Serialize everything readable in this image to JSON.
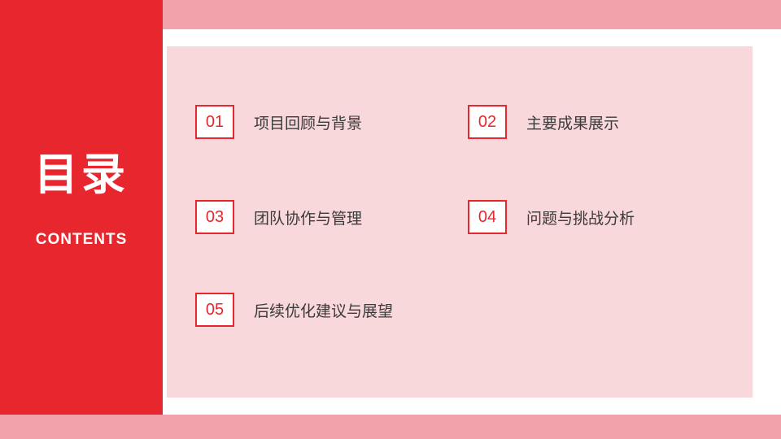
{
  "sidebar": {
    "title": "目录",
    "subtitle": "CONTENTS"
  },
  "toc": {
    "items": [
      {
        "number": "01",
        "label": "项目回顾与背景"
      },
      {
        "number": "02",
        "label": "主要成果展示"
      },
      {
        "number": "03",
        "label": "团队协作与管理"
      },
      {
        "number": "04",
        "label": "问题与挑战分析"
      },
      {
        "number": "05",
        "label": "后续优化建议与展望"
      }
    ]
  },
  "colors": {
    "accent_red": "#e8262d",
    "panel_pink": "#f8d8db",
    "strip_pink": "#f2a2ab"
  }
}
